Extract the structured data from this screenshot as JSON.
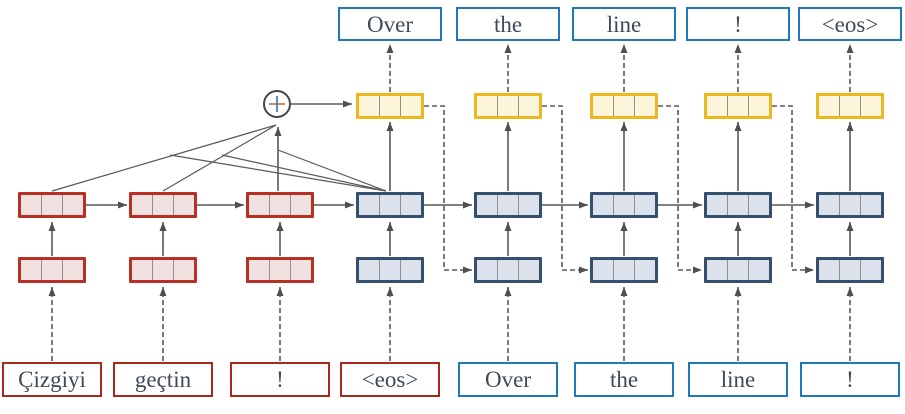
{
  "diagram": {
    "kind": "sequence-to-sequence RNN with attention",
    "attention_sum_icon": "plus-in-circle"
  },
  "columns": [
    {
      "role": "encoder",
      "input": "Çizgiyi"
    },
    {
      "role": "encoder",
      "input": "geçtin"
    },
    {
      "role": "encoder",
      "input": "!"
    },
    {
      "role": "decoder",
      "input": "<eos>",
      "output": "Over"
    },
    {
      "role": "decoder",
      "input": "Over",
      "output": "the"
    },
    {
      "role": "decoder",
      "input": "the",
      "output": "line"
    },
    {
      "role": "decoder",
      "input": "line",
      "output": "!"
    },
    {
      "role": "decoder",
      "input": "!",
      "output": "<eos>"
    }
  ],
  "colors": {
    "line": "#595959",
    "text": "#3e4a57",
    "encoder_border": "#b93025",
    "encoder_fill": "#f2e1e1",
    "decoder_border": "#34506e",
    "decoder_fill": "#dbe2ec",
    "output_border": "#ecb71f",
    "output_fill": "#fcf5d9",
    "source_word_border": "#a8281b",
    "target_word_border": "#1f78b8",
    "separator": "#8f8f8f",
    "plus_h": "#c8823e",
    "plus_v": "#4a7fbe",
    "circle": "#474747"
  }
}
